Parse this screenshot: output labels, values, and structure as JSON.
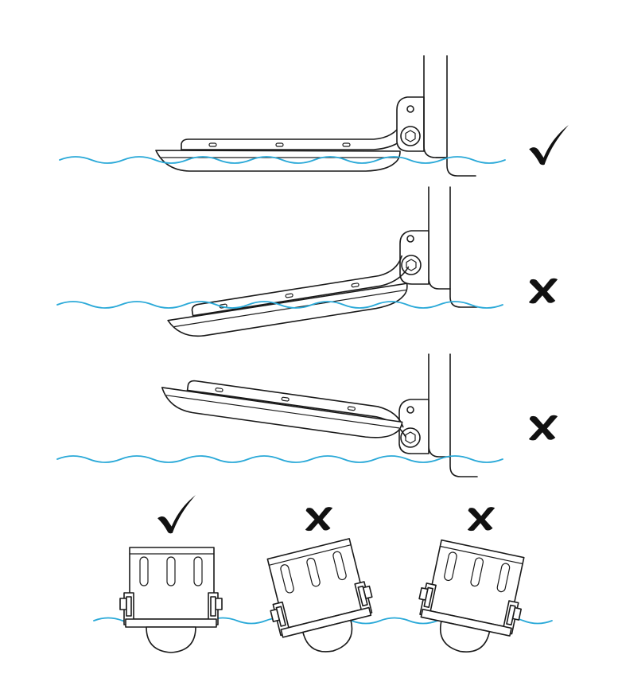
{
  "diagram": {
    "colors": {
      "line": "#1a1a1a",
      "water": "#2aa9d8",
      "background": "#ffffff",
      "mark": "#111111"
    },
    "side_views": [
      {
        "id": "side-level",
        "orientation": "level",
        "verdict": "correct",
        "icon": "check-icon"
      },
      {
        "id": "side-nose-down",
        "orientation": "tilted-down",
        "verdict": "incorrect",
        "icon": "cross-icon"
      },
      {
        "id": "side-nose-up",
        "orientation": "tilted-up",
        "verdict": "incorrect",
        "icon": "cross-icon"
      }
    ],
    "front_views": [
      {
        "id": "front-level",
        "orientation": "level",
        "verdict": "correct",
        "icon": "check-icon"
      },
      {
        "id": "front-tilt-left",
        "orientation": "tilted-left",
        "verdict": "incorrect",
        "icon": "cross-icon"
      },
      {
        "id": "front-tilt-right",
        "orientation": "tilted-right",
        "verdict": "incorrect",
        "icon": "cross-icon"
      }
    ]
  }
}
